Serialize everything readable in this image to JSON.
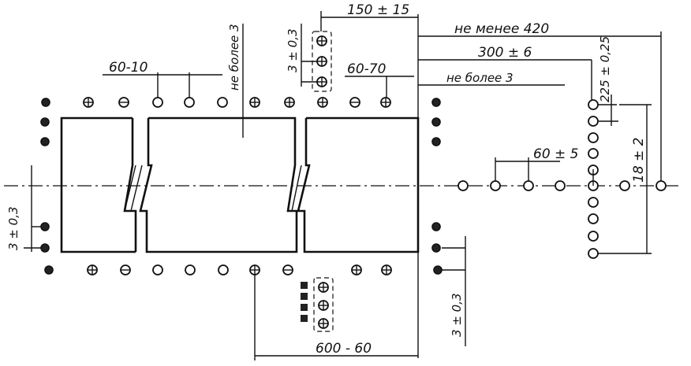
{
  "labels": {
    "dim_150": "150 ± 15",
    "dim_420": "не менее 420",
    "dim_300": "300 ± 6",
    "dim_3_right": "не более 3",
    "dim_60_70": "60-70",
    "dim_60_10": "60-10",
    "dim_ne_bolee_3_vertical": "не более 3",
    "dim_3_03_top": "3 ± 0,3",
    "dim_3_03_left": "3 ± 0,3",
    "dim_3_03_bottom": "3 ± 0,3",
    "dim_225": "225 ± 0,25",
    "dim_60_5": "60 ± 5",
    "dim_18": "18 ± 2",
    "dim_600": "600 - 60"
  }
}
